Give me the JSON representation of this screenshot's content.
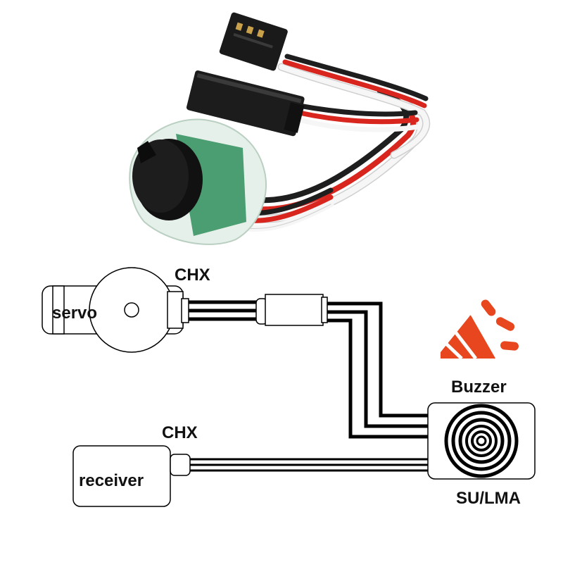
{
  "labels": {
    "servo": "servo",
    "chx_top": "CHX",
    "chx_bottom": "CHX",
    "receiver": "receiver",
    "buzzer": "Buzzer",
    "model": "SU/LMA"
  },
  "colors": {
    "wire_black": "#1e1e1e",
    "wire_red": "#d8261f",
    "wire_white": "#f4f4f4",
    "connector": "#1a1a1a",
    "board_green": "#2f8f5c",
    "housing": "#dfeee6",
    "brand_orange": "#e8461e",
    "line": "#000000"
  },
  "icons": {
    "photo": "buzzer-module-photo",
    "brand": "buzzer-alarm-icon",
    "speaker": "speaker-rings-icon"
  }
}
